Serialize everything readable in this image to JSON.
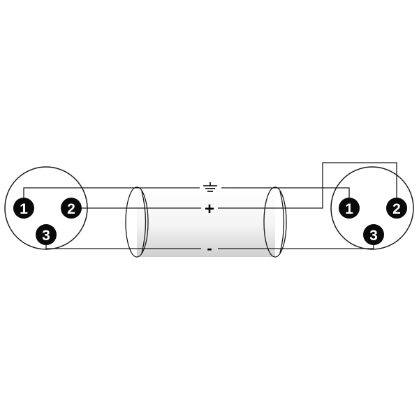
{
  "connector_left": {
    "pins": [
      {
        "id": "1",
        "label": "1"
      },
      {
        "id": "2",
        "label": "2"
      },
      {
        "id": "3",
        "label": "3"
      }
    ]
  },
  "connector_right": {
    "pins": [
      {
        "id": "1",
        "label": "1"
      },
      {
        "id": "2",
        "label": "2"
      },
      {
        "id": "3",
        "label": "3"
      }
    ]
  },
  "signals": {
    "plus": "+",
    "minus": "-"
  },
  "icons": {
    "ground": "ground-icon"
  },
  "colors": {
    "line": "#1a1a1a",
    "pin_fill": "#0a0a0a",
    "pin_text": "#ffffff",
    "cable_shade": "#d9d9d9"
  }
}
